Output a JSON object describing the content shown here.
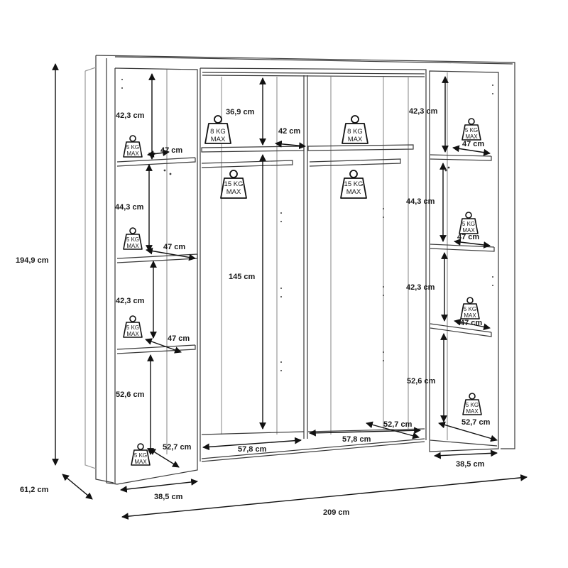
{
  "overall": {
    "height": "194,9 cm",
    "depth": "61,2 cm",
    "width": "209 cm"
  },
  "left_section": {
    "gaps": [
      "42,3 cm",
      "44,3 cm",
      "42,3 cm",
      "52,6 cm"
    ],
    "shelf_depths": [
      "47 cm",
      "47 cm",
      "47 cm"
    ],
    "bottom_depth": "52,7 cm",
    "width": "38,5 cm",
    "max_load": [
      "5 KG",
      "MAX"
    ]
  },
  "middle_section": {
    "top_gap": "36,9 cm",
    "top_shelf_depth": "42 cm",
    "hanging_height": "145 cm",
    "bottom_widths": [
      "57,8 cm",
      "57,8 cm"
    ],
    "bottom_depth": "52,7 cm",
    "shelf_load": [
      "8 KG",
      "MAX"
    ],
    "rail_load": [
      "15 KG",
      "MAX"
    ]
  },
  "right_section": {
    "gaps": [
      "42,3 cm",
      "44,3 cm",
      "42,3 cm",
      "52,6 cm"
    ],
    "shelf_depths": [
      "47 cm",
      "47 cm",
      "47 cm"
    ],
    "bottom_depth": "52,7 cm",
    "width": "38,5 cm",
    "max_load": [
      "5 KG",
      "MAX"
    ]
  },
  "colors": {
    "line": "#3a3a3a",
    "light_line": "#9a9a9a",
    "arrow": "#111111",
    "weight_fill": "#ffffff"
  }
}
